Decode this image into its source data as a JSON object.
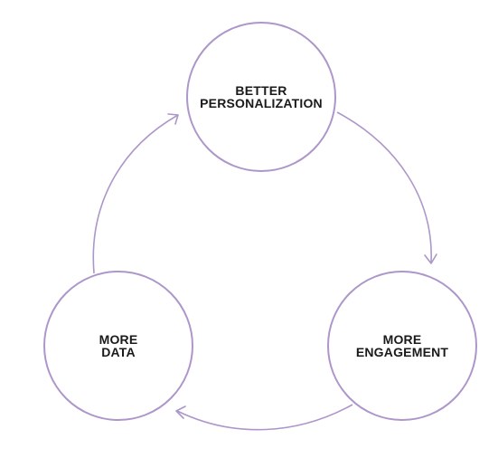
{
  "diagram": {
    "nodes": [
      {
        "id": "top",
        "label": "BETTER\nPERSONALIZATION"
      },
      {
        "id": "right",
        "label": "MORE\nENGAGEMENT"
      },
      {
        "id": "left",
        "label": "MORE\nDATA"
      }
    ],
    "edges": [
      {
        "from": "BETTER PERSONALIZATION",
        "to": "MORE ENGAGEMENT"
      },
      {
        "from": "MORE ENGAGEMENT",
        "to": "MORE DATA"
      },
      {
        "from": "MORE DATA",
        "to": "BETTER PERSONALIZATION"
      }
    ],
    "colors": {
      "stroke": "#ad96c9",
      "text": "#1a1a1a",
      "background": "#ffffff"
    }
  }
}
